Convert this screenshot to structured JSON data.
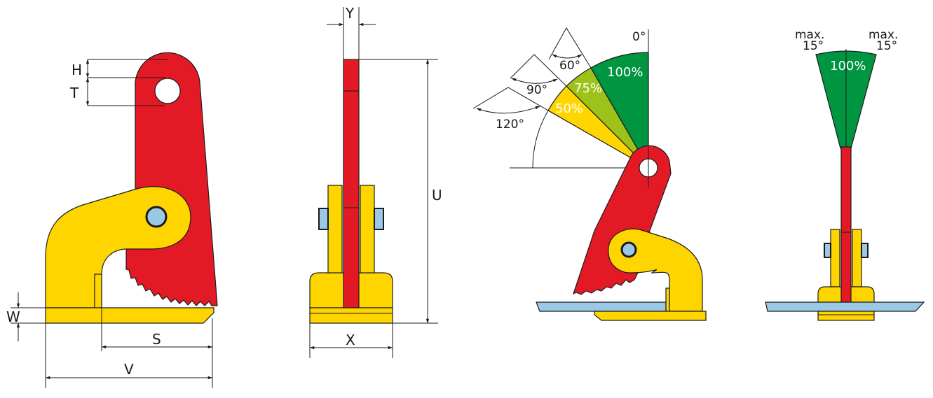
{
  "colors": {
    "red": "#e31a25",
    "yellow": "#ffd500",
    "green": "#009540",
    "lime": "#9dc31a",
    "blue": "#9ac8e6"
  },
  "side_view": {
    "labels": {
      "H": "H",
      "T": "T",
      "W": "W",
      "S": "S",
      "V": "V"
    }
  },
  "front_view": {
    "labels": {
      "Y": "Y",
      "U": "U",
      "X": "X"
    }
  },
  "angle_view": {
    "zero": "0°",
    "angles": [
      "60°",
      "90°",
      "120°"
    ],
    "capacities": [
      "100%",
      "75%",
      "50%"
    ]
  },
  "tilt_view": {
    "left_max": "max.",
    "left_deg": "15°",
    "right_max": "max.",
    "right_deg": "15°",
    "capacity": "100%"
  }
}
